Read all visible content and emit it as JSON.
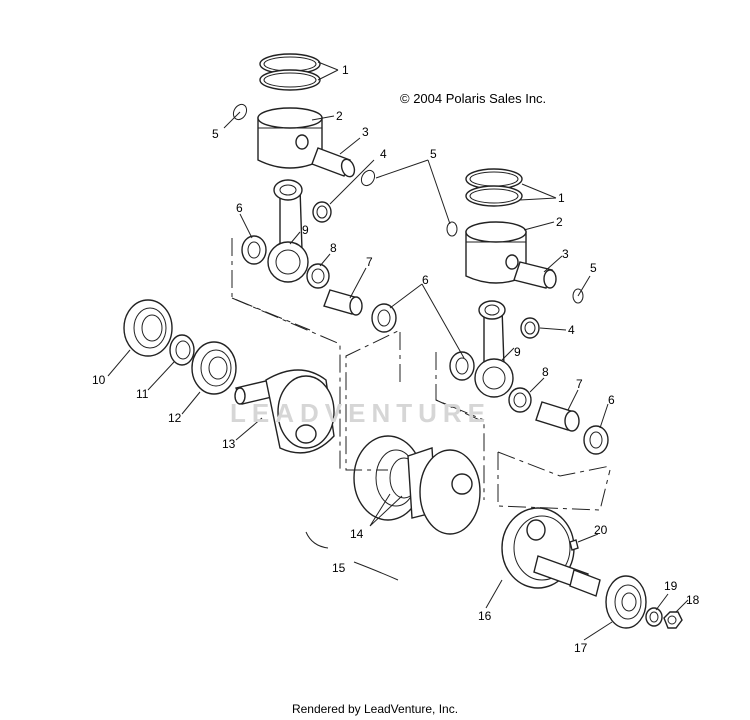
{
  "diagram": {
    "copyright": "© 2004 Polaris Sales Inc.",
    "footer": "Rendered by LeadVenture, Inc.",
    "watermark": "LEADVENTURE",
    "callouts": [
      "1",
      "2",
      "3",
      "4",
      "5",
      "6",
      "7",
      "8",
      "9",
      "10",
      "11",
      "12",
      "13",
      "14",
      "15",
      "16",
      "17",
      "18",
      "19",
      "20"
    ]
  }
}
